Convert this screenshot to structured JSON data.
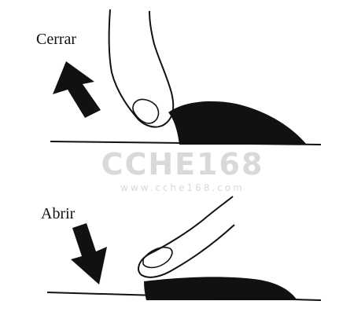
{
  "labels": {
    "close": "Cerrar",
    "open": "Abrir"
  },
  "watermark": {
    "brand": "CCHE168",
    "url": "www.cche168.com"
  },
  "colors": {
    "ink": "#111111",
    "watermark": "#d9d9d9"
  }
}
